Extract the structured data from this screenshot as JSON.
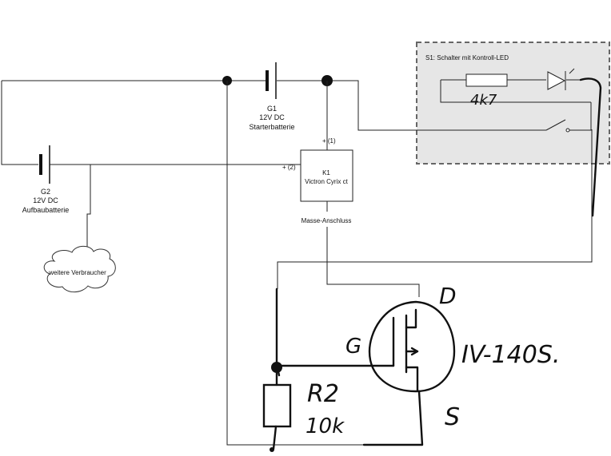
{
  "switch_box": {
    "label": "S1: Schalter mit Kontroll-LED",
    "resistor_value": "4k7"
  },
  "g1": {
    "name": "G1",
    "voltage": "12V DC",
    "desc": "Starterbatterie"
  },
  "g2": {
    "name": "G2",
    "voltage": "12V DC",
    "desc": "Aufbaubatterie"
  },
  "k1": {
    "name": "K1",
    "desc": "Victron Cyrix ct",
    "pin1": "+ (1)",
    "pin2": "+ (2)",
    "ground": "Masse-Anschluss"
  },
  "cloud": {
    "label": "weitere Verbraucher"
  },
  "mosfet": {
    "gate": "G",
    "drain": "D",
    "source": "S",
    "type": "IV-140S."
  },
  "r2": {
    "name": "R2",
    "value": "10k"
  }
}
